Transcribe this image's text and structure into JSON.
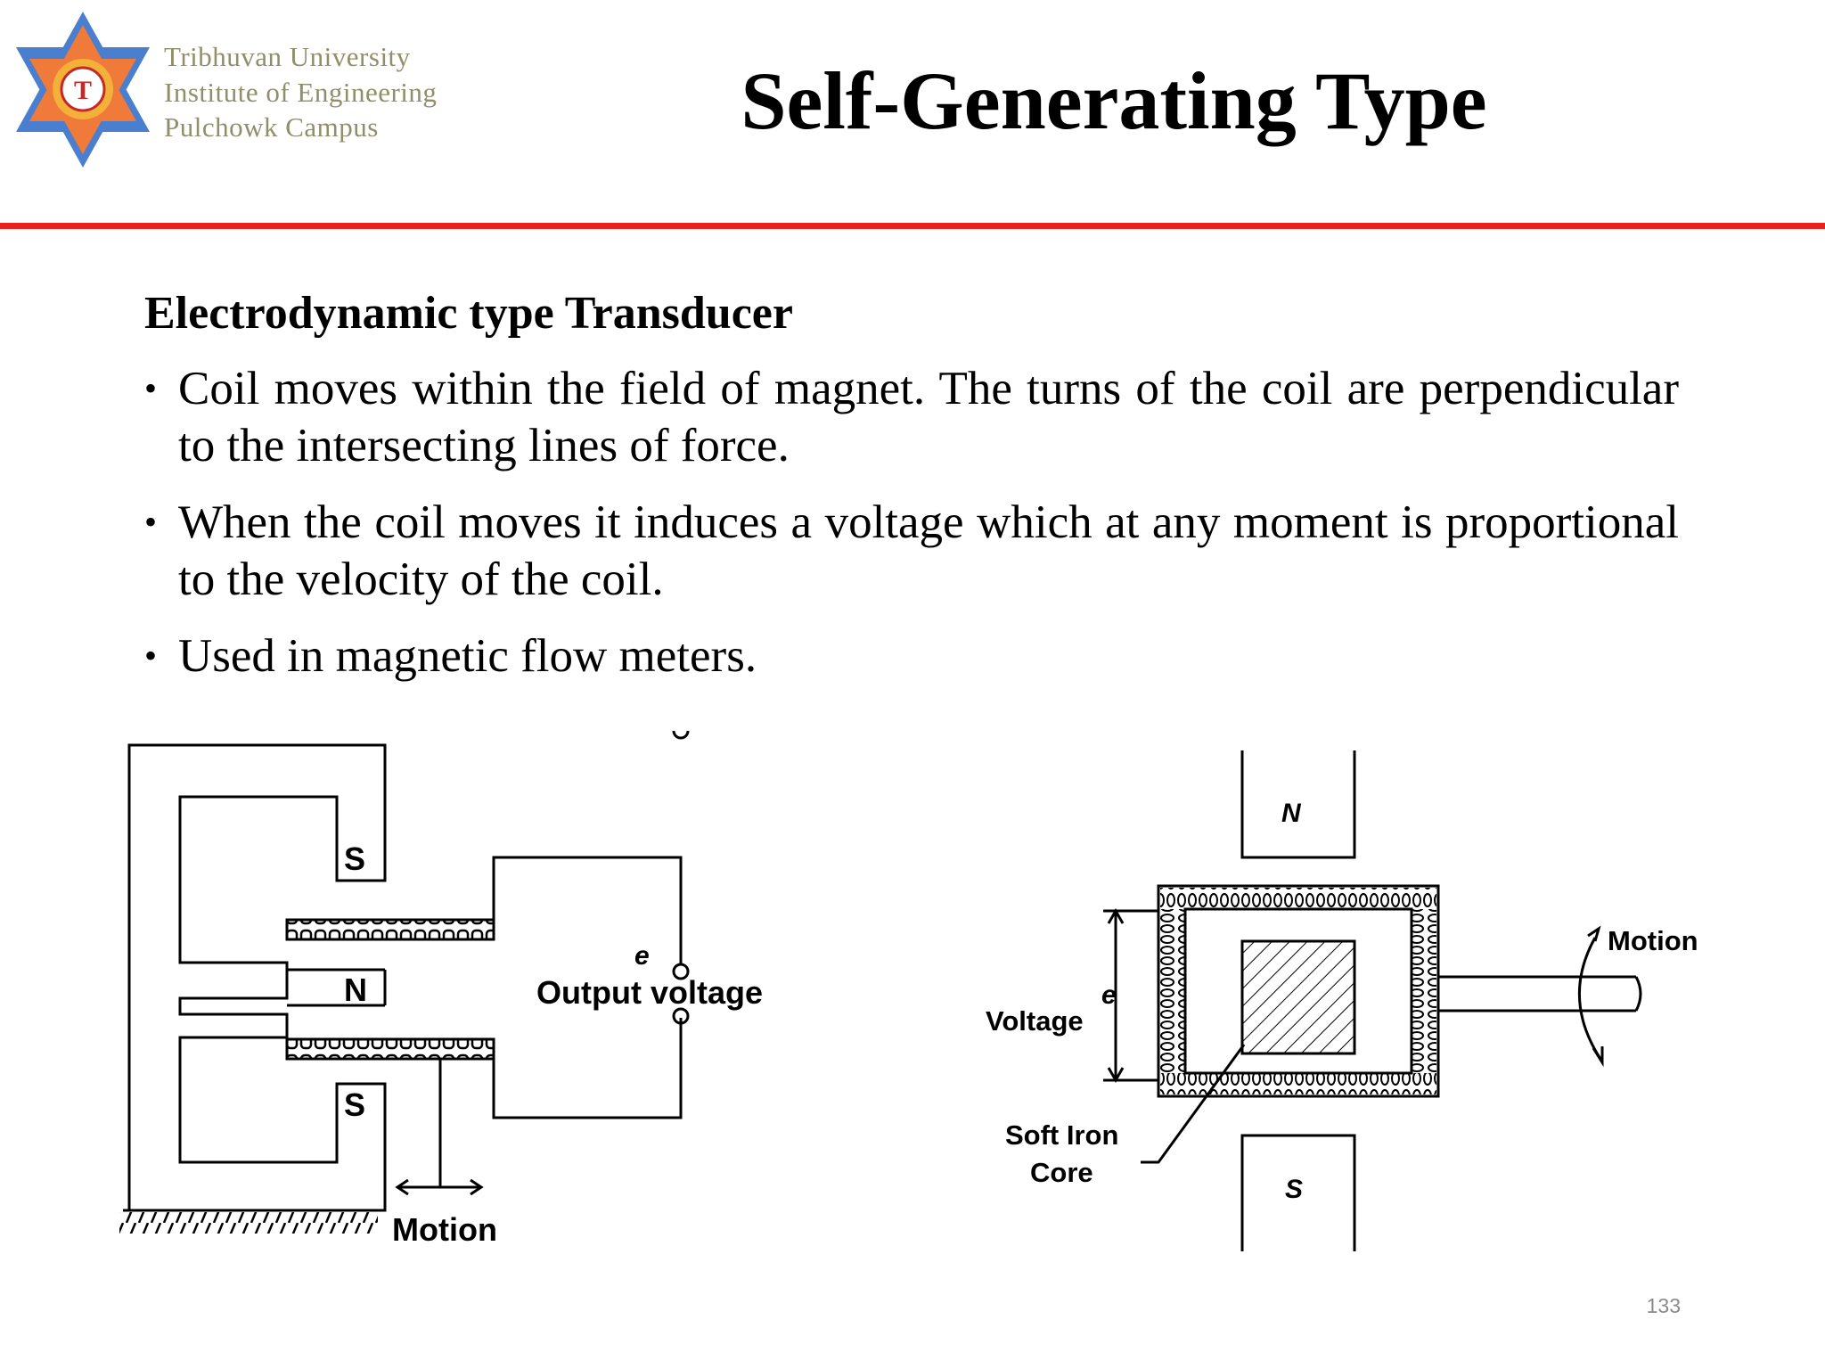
{
  "header": {
    "university_lines": [
      "Tribhuvan University",
      "Institute of Engineering",
      "Pulchowk Campus"
    ],
    "emblem_letter": "T",
    "title": "Self-Generating Type",
    "accent_color": "#e8221f"
  },
  "content": {
    "subheading": "Electrodynamic type Transducer",
    "bullets": [
      "Coil moves within the field of magnet. The turns of the coil are perpendicular to the intersecting lines of force.",
      "When the coil moves it induces a voltage which at any moment is proportional to the velocity of the coil.",
      "Used in magnetic flow meters."
    ]
  },
  "figure_left": {
    "pole_top": "S",
    "pole_middle": "N",
    "pole_bottom": "S",
    "terminal_label": "e",
    "output_label": "Output voltage",
    "motion_label": "Motion"
  },
  "figure_right": {
    "pole_top": "N",
    "pole_bottom": "S",
    "voltage_label": "Voltage",
    "e_label": "e",
    "core_label_line1": "Soft Iron",
    "core_label_line2": "Core",
    "motion_label": "Motion"
  },
  "footer": {
    "page_number": "133"
  }
}
